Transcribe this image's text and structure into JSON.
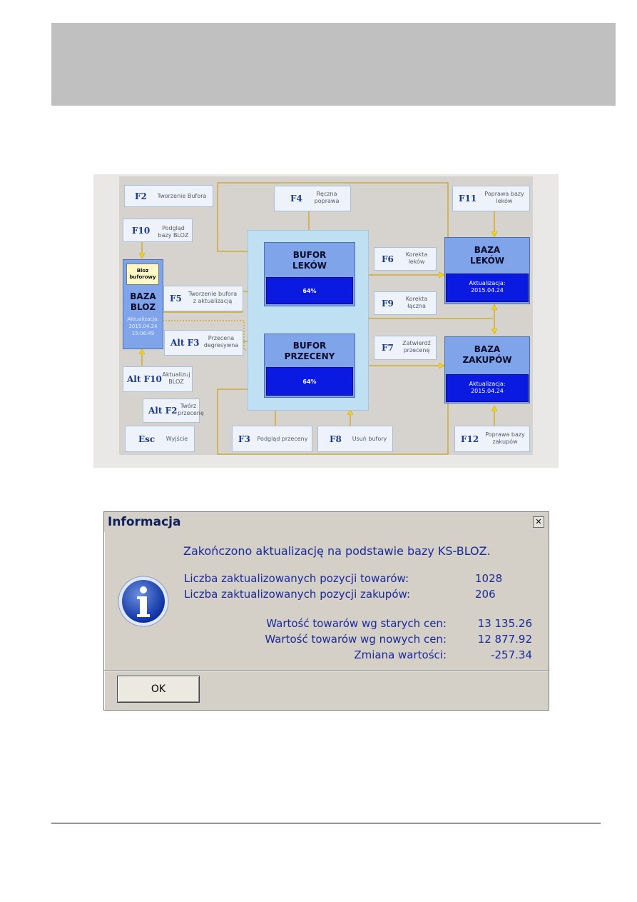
{
  "diagram": {
    "keys": {
      "f2": {
        "key": "F2",
        "desc": [
          "Tworzenie Bufora"
        ]
      },
      "f10": {
        "key": "F10",
        "desc": [
          "Podgląd",
          "bazy BLOZ"
        ]
      },
      "f4": {
        "key": "F4",
        "desc": [
          "Ręczna",
          "poprawa"
        ]
      },
      "f11": {
        "key": "F11",
        "desc": [
          "Poprawa bazy",
          "leków"
        ]
      },
      "f5": {
        "key": "F5",
        "desc": [
          "Tworzenie bufora",
          "z aktualizacją"
        ]
      },
      "f6": {
        "key": "F6",
        "desc": [
          "Korekta",
          "leków"
        ]
      },
      "f9": {
        "key": "F9",
        "desc": [
          "Korekta",
          "łączna"
        ]
      },
      "altf3": {
        "key": "Alt F3",
        "desc": [
          "Przecena",
          "degresywna"
        ]
      },
      "f7": {
        "key": "F7",
        "desc": [
          "Zatwierdź",
          "przecenę"
        ]
      },
      "altf10": {
        "key": "Alt F10",
        "desc": [
          "Aktualizuj",
          "BLOZ"
        ]
      },
      "altf2": {
        "key": "Alt F2",
        "desc": [
          "Twórz",
          "przecenę"
        ]
      },
      "esc": {
        "key": "Esc",
        "desc": [
          "Wyjście"
        ]
      },
      "f3": {
        "key": "F3",
        "desc": [
          "Podgląd przeceny"
        ]
      },
      "f8": {
        "key": "F8",
        "desc": [
          "Usuń bufory"
        ]
      },
      "f12": {
        "key": "F12",
        "desc": [
          "Poprawa bazy",
          "zakupów"
        ]
      }
    },
    "bufor_lekow": {
      "title": [
        "BUFOR",
        "LEKÓW"
      ],
      "progress": "64%"
    },
    "bufor_przeceny": {
      "title": [
        "BUFOR",
        "PRZECENY"
      ],
      "progress": "64%"
    },
    "baza_lekow": {
      "title": [
        "BAZA",
        "LEKÓW"
      ],
      "update_label": "Aktualizacja:",
      "update_date": "2015.04.24"
    },
    "baza_zakupow": {
      "title": [
        "BAZA",
        "ZAKUPÓW"
      ],
      "update_label": "Aktualizacja:",
      "update_date": "2015.04.24"
    },
    "baza_bloz": {
      "badge": [
        "Bloz",
        "buforowy"
      ],
      "title": [
        "BAZA",
        "BLOZ"
      ],
      "update_label": "Aktualizacja:",
      "update_date": "2015.04.24",
      "update_time": "15:06:49"
    },
    "colors": {
      "arrow": "#f2d21b",
      "line": "#c9a520",
      "box": "#7fa4ea",
      "inner": "#0a1ae0"
    }
  },
  "dialog": {
    "title": "Informacja",
    "close": "✕",
    "icon": "info-icon",
    "message": "Zakończono aktualizację na podstawie bazy KS-BLOZ.",
    "stats": [
      {
        "label": "Liczba zaktualizowanych pozycji towarów:",
        "value": "1028"
      },
      {
        "label": "Liczba zaktualizowanych pozycji zakupów:",
        "value": "206"
      }
    ],
    "values": [
      {
        "label": "Wartość towarów wg starych cen:",
        "value": "13 135.26"
      },
      {
        "label": "Wartość towarów wg nowych cen:",
        "value": "12 877.92"
      },
      {
        "label": "Zmiana wartości:",
        "value": "-257.34"
      }
    ],
    "ok_label": "OK"
  }
}
